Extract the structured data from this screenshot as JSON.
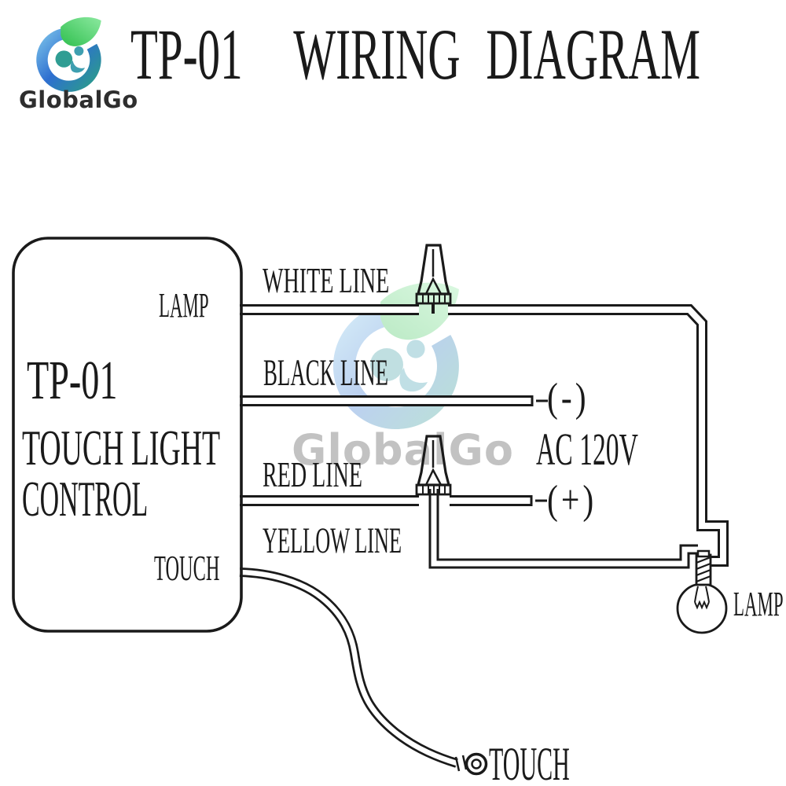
{
  "logo": {
    "text": "GlobalGo"
  },
  "title": "TP-01  WIRING DIAGRAM",
  "control_box": {
    "lamp_terminal": "LAMP",
    "model": "TP-01",
    "name_line1": "TOUCH LIGHT",
    "name_line2": "CONTROL",
    "touch_terminal": "TOUCH"
  },
  "wire_labels": {
    "white": "WHITE LINE",
    "black": "BLACK LINE",
    "red": "RED LINE",
    "yellow": "YELLOW LINE"
  },
  "power": {
    "voltage": "AC 120V",
    "negative": "(-)",
    "positive": "(+)"
  },
  "lamp": {
    "label": "LAMP"
  },
  "touch": {
    "label": "TOUCH"
  },
  "watermark": {
    "text": "GlobalGo"
  },
  "colors": {
    "ink": "#1a1a1a",
    "logo_blue": "#2e6fd0",
    "logo_teal": "#2aa57c",
    "logo_green": "#2fbf4e",
    "watermark_gray": "#b3b3b3"
  }
}
